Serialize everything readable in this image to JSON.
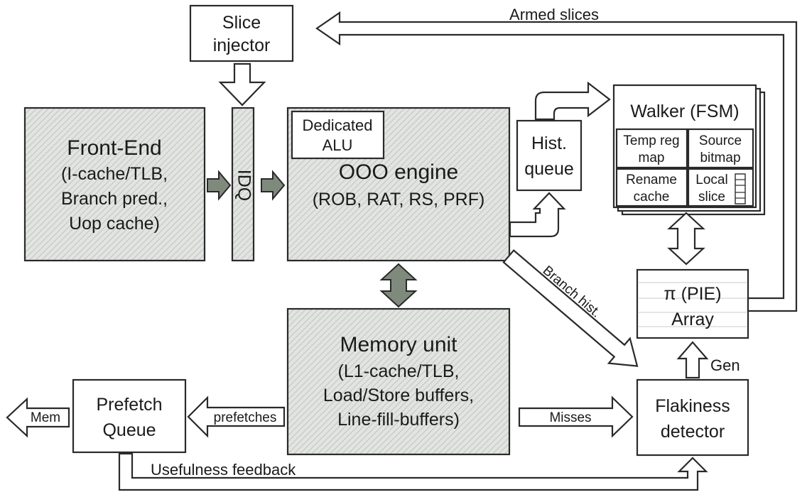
{
  "blocks": {
    "slice_injector": [
      "Slice",
      "injector"
    ],
    "front_end": [
      "Front-End",
      "(I-cache/TLB,",
      "Branch pred.,",
      "Uop cache)"
    ],
    "idq": "IDQ",
    "ooo": [
      "OOO engine",
      "(ROB, RAT, RS, PRF)"
    ],
    "dedicated_alu": [
      "Dedicated",
      "ALU"
    ],
    "hist_queue": [
      "Hist.",
      "queue"
    ],
    "walker": {
      "title": "Walker (FSM)",
      "temp_reg_map": [
        "Temp reg",
        "map"
      ],
      "source_bitmap": [
        "Source",
        "bitmap"
      ],
      "rename_cache": [
        "Rename",
        "cache"
      ],
      "local_slice": [
        "Local",
        "slice"
      ]
    },
    "pie_array": [
      "π (PIE)",
      "Array"
    ],
    "memory_unit": [
      "Memory unit",
      "(L1-cache/TLB,",
      "Load/Store buffers,",
      "Line-fill-buffers)"
    ],
    "prefetch_queue": [
      "Prefetch",
      "Queue"
    ],
    "flakiness_detector": [
      "Flakiness",
      "detector"
    ]
  },
  "edges": {
    "armed_slices": "Armed slices",
    "branch_hist": "Branch hist.",
    "gen": "Gen",
    "prefetches": "prefetches",
    "misses": "Misses",
    "mem": "Mem",
    "usefulness_feedback": "Usefulness feedback"
  }
}
